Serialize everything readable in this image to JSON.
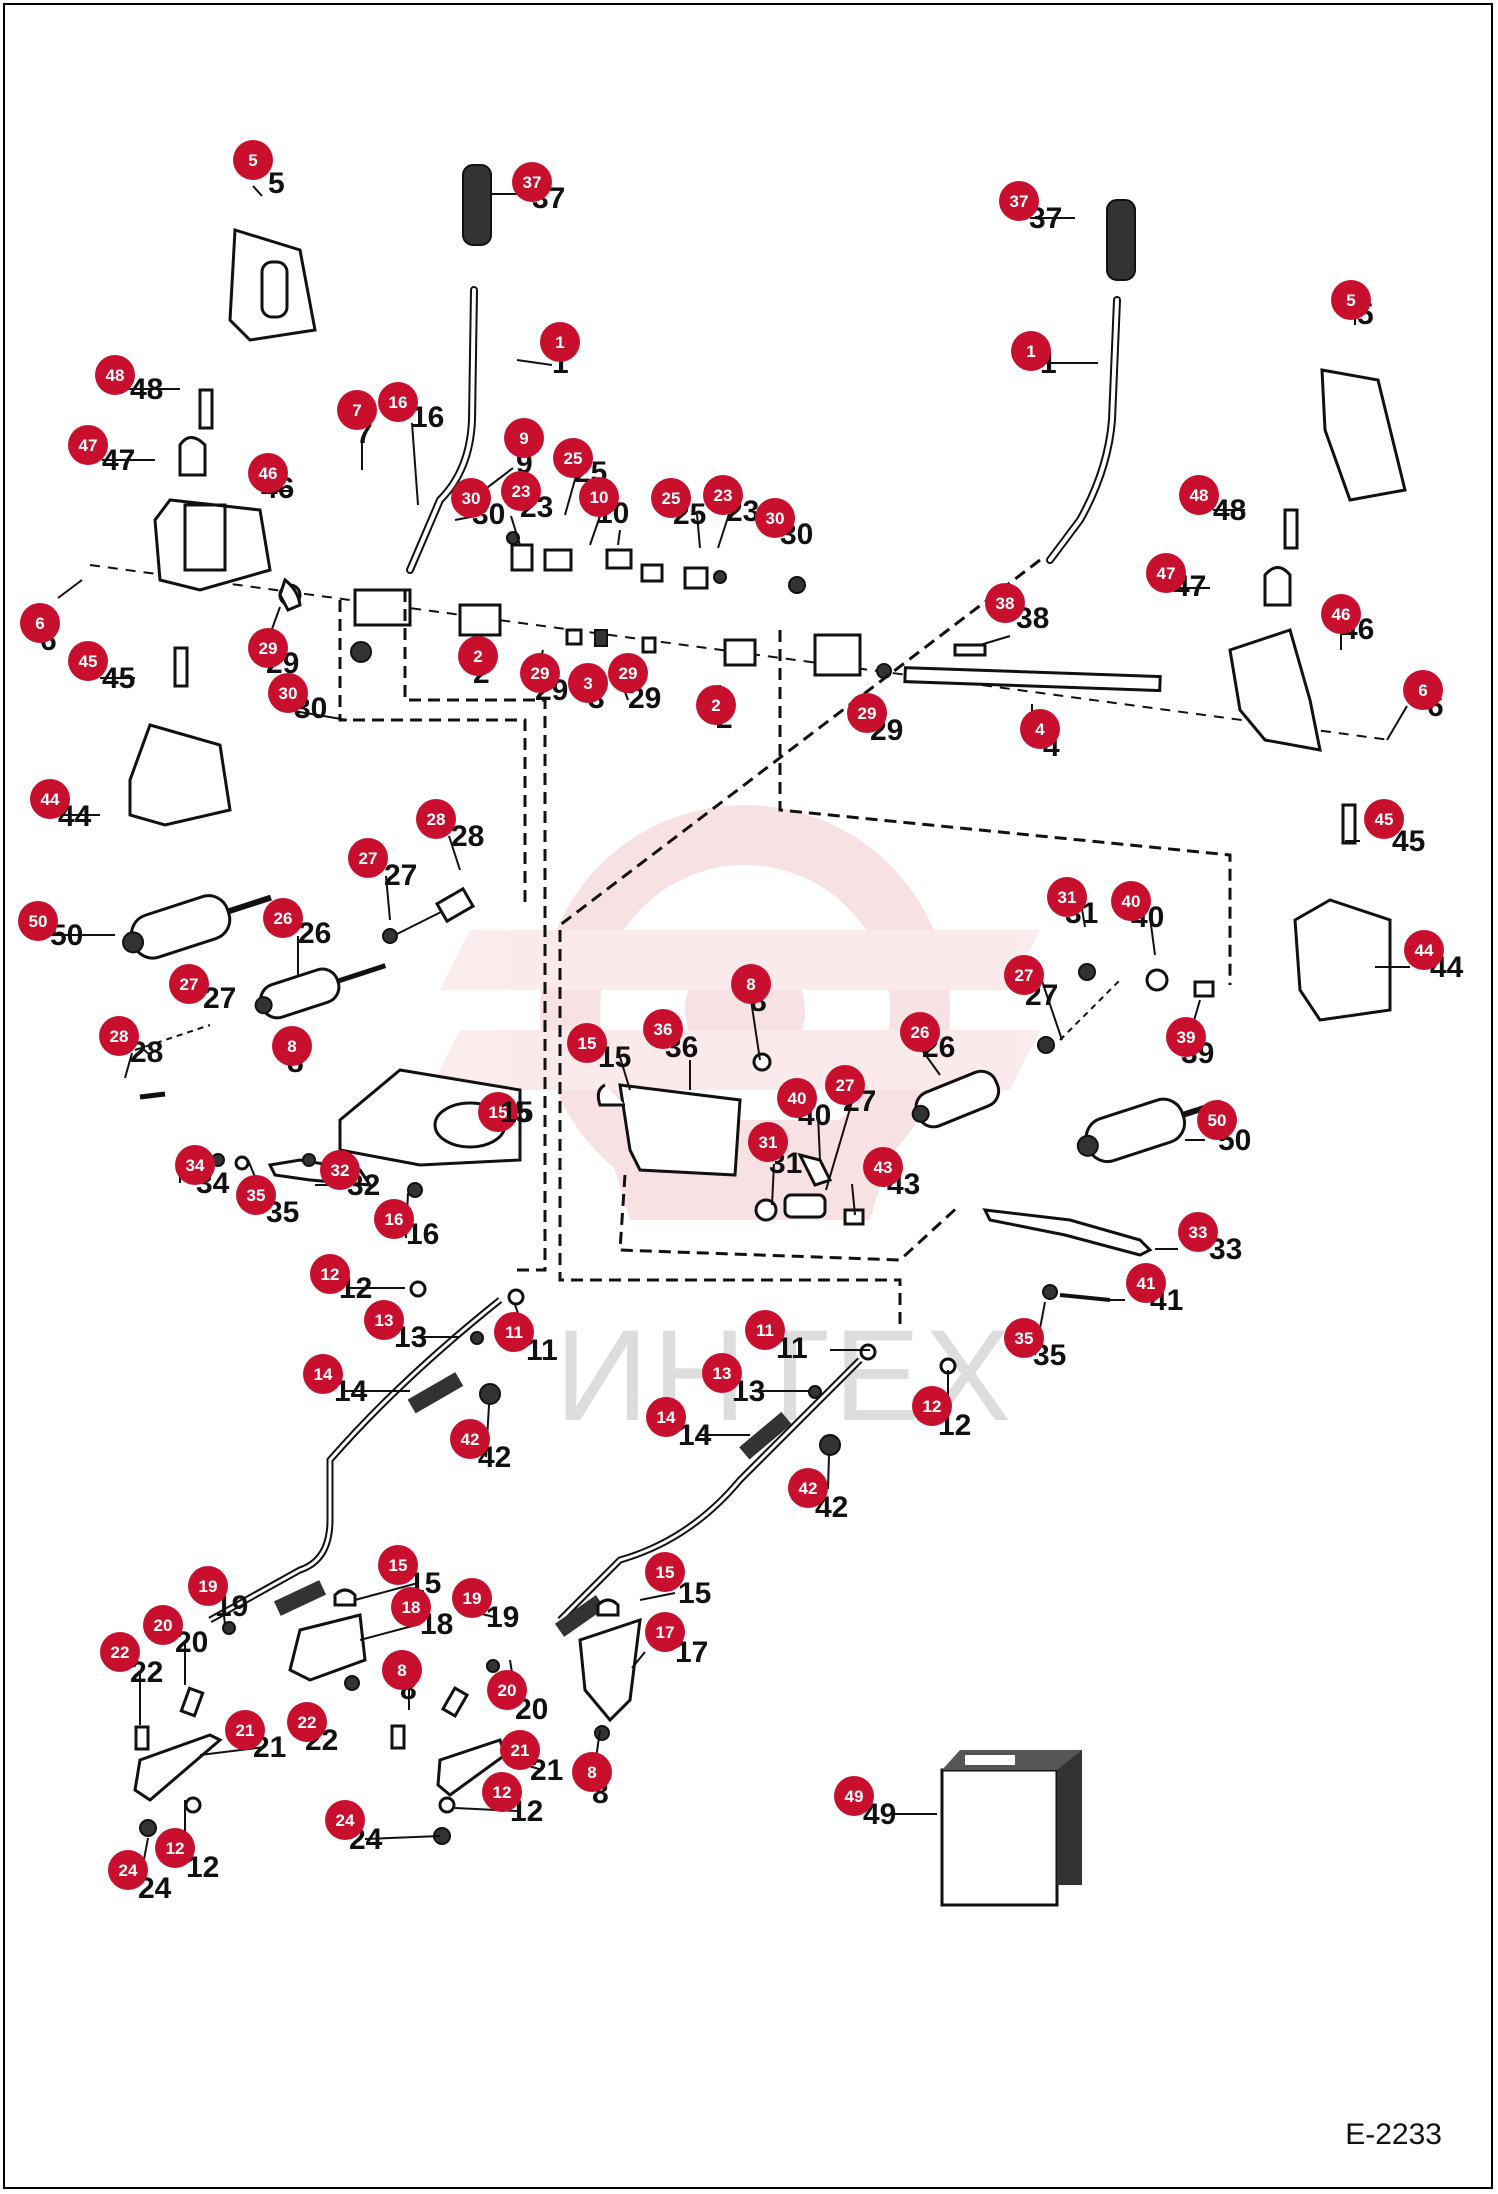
{
  "figure_code": "E-2233",
  "watermark": "ИНТЕХ",
  "colors": {
    "callout": "#c8102e",
    "line": "#111111",
    "watermark_gear": "#f2c9cc"
  },
  "callouts": [
    {
      "n": "5"
    },
    {
      "n": "37"
    },
    {
      "n": "1"
    },
    {
      "n": "48"
    },
    {
      "n": "7"
    },
    {
      "n": "16"
    },
    {
      "n": "47"
    },
    {
      "n": "9"
    },
    {
      "n": "46"
    },
    {
      "n": "30"
    },
    {
      "n": "23"
    },
    {
      "n": "25"
    },
    {
      "n": "10"
    },
    {
      "n": "25"
    },
    {
      "n": "23"
    },
    {
      "n": "30"
    },
    {
      "n": "6"
    },
    {
      "n": "29"
    },
    {
      "n": "2"
    },
    {
      "n": "29"
    },
    {
      "n": "3"
    },
    {
      "n": "29"
    },
    {
      "n": "2"
    },
    {
      "n": "30"
    },
    {
      "n": "45"
    },
    {
      "n": "44"
    },
    {
      "n": "37"
    },
    {
      "n": "1"
    },
    {
      "n": "5"
    },
    {
      "n": "48"
    },
    {
      "n": "47"
    },
    {
      "n": "46"
    },
    {
      "n": "38"
    },
    {
      "n": "29"
    },
    {
      "n": "4"
    },
    {
      "n": "6"
    },
    {
      "n": "28"
    },
    {
      "n": "27"
    },
    {
      "n": "50"
    },
    {
      "n": "26"
    },
    {
      "n": "27"
    },
    {
      "n": "28"
    },
    {
      "n": "8"
    },
    {
      "n": "34"
    },
    {
      "n": "35"
    },
    {
      "n": "32"
    },
    {
      "n": "16"
    },
    {
      "n": "15"
    },
    {
      "n": "45"
    },
    {
      "n": "44"
    },
    {
      "n": "31"
    },
    {
      "n": "40"
    },
    {
      "n": "27"
    },
    {
      "n": "39"
    },
    {
      "n": "8"
    },
    {
      "n": "15"
    },
    {
      "n": "36"
    },
    {
      "n": "26"
    },
    {
      "n": "40"
    },
    {
      "n": "27"
    },
    {
      "n": "31"
    },
    {
      "n": "43"
    },
    {
      "n": "50"
    },
    {
      "n": "33"
    },
    {
      "n": "41"
    },
    {
      "n": "35"
    },
    {
      "n": "12"
    },
    {
      "n": "13"
    },
    {
      "n": "11"
    },
    {
      "n": "14"
    },
    {
      "n": "42"
    },
    {
      "n": "11"
    },
    {
      "n": "13"
    },
    {
      "n": "12"
    },
    {
      "n": "14"
    },
    {
      "n": "42"
    },
    {
      "n": "15"
    },
    {
      "n": "18"
    },
    {
      "n": "19"
    },
    {
      "n": "20"
    },
    {
      "n": "22"
    },
    {
      "n": "8"
    },
    {
      "n": "21"
    },
    {
      "n": "22"
    },
    {
      "n": "24"
    },
    {
      "n": "12"
    },
    {
      "n": "19"
    },
    {
      "n": "15"
    },
    {
      "n": "17"
    },
    {
      "n": "20"
    },
    {
      "n": "21"
    },
    {
      "n": "8"
    },
    {
      "n": "12"
    },
    {
      "n": "24"
    },
    {
      "n": "49"
    }
  ],
  "plain_labels": [
    {
      "n": "15"
    }
  ]
}
